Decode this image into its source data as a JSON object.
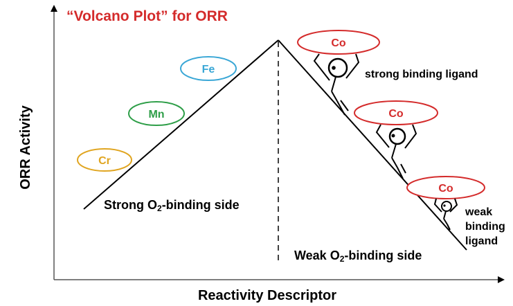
{
  "title": "“Volcano Plot” for ORR",
  "axes": {
    "y_label": "ORR Activity",
    "x_label": "Reactivity Descriptor"
  },
  "regions": {
    "strong_side": {
      "text": "Strong O",
      "subscript": "2",
      "suffix": "-binding side"
    },
    "weak_side": {
      "text": "Weak O",
      "subscript": "2",
      "suffix": "-binding side"
    }
  },
  "metals_left": [
    {
      "label": "Cr",
      "color": "#e0a520"
    },
    {
      "label": "Mn",
      "color": "#2e9e48"
    },
    {
      "label": "Fe",
      "color": "#3aa7d6"
    }
  ],
  "cobalt_examples": [
    {
      "label": "Co",
      "ligand_note": [
        "strong binding ligand"
      ]
    },
    {
      "label": "Co",
      "ligand_note": []
    },
    {
      "label": "Co",
      "ligand_note": [
        "weak",
        "binding",
        "ligand"
      ]
    }
  ],
  "colors": {
    "title": "#d42b2b",
    "cobalt": "#d42b2b",
    "lines": "#000000"
  }
}
